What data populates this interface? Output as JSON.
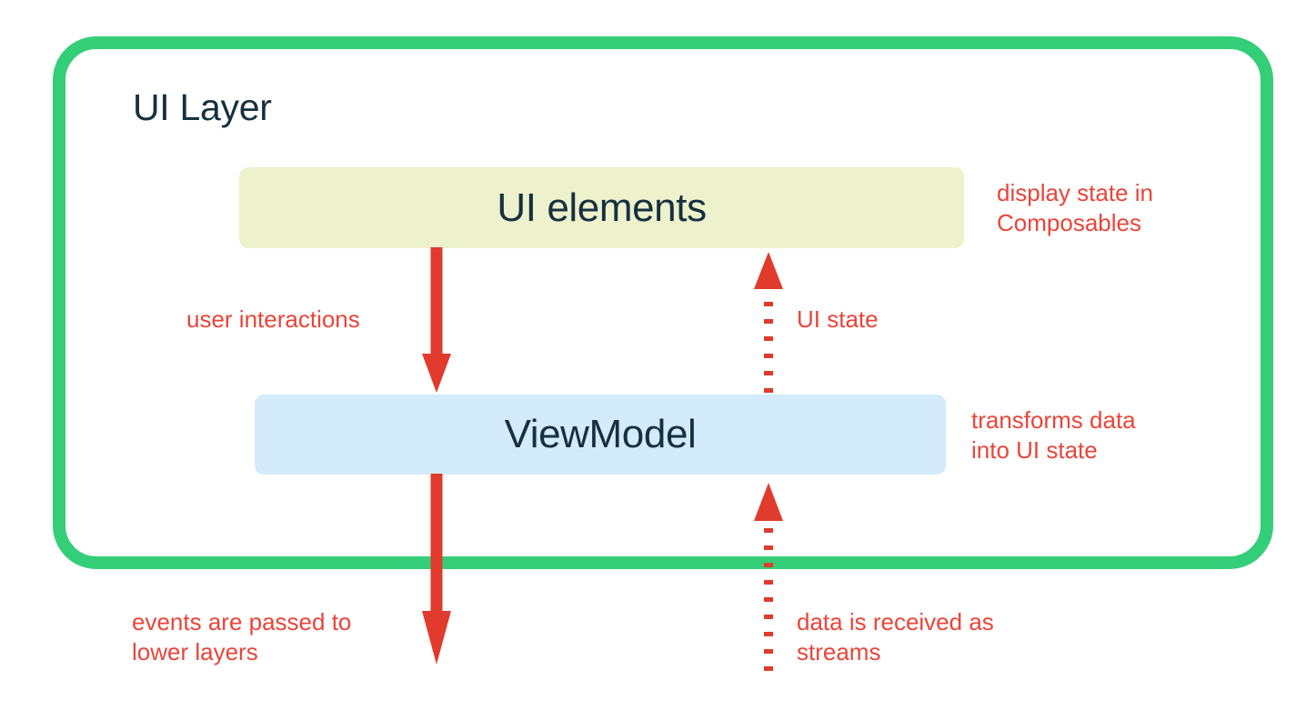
{
  "diagram": {
    "title": "UI Layer",
    "accent_green": "#34ce78",
    "accent_red": "#e8453a",
    "text_dark": "#16303f",
    "nodes": [
      {
        "id": "ui-elements",
        "label": "UI elements",
        "fill": "#edf1cc"
      },
      {
        "id": "viewmodel",
        "label": "ViewModel",
        "fill": "#d3ebfb"
      }
    ],
    "edge_labels": {
      "user_interactions": "user interactions",
      "ui_state": "UI state",
      "display_state": "display state in\nComposables",
      "transforms_data": "transforms data\ninto UI state",
      "events_passed": "events are passed to\nlower layers",
      "data_streams": "data is received as\nstreams"
    },
    "edges": [
      {
        "from": "ui-elements",
        "to": "viewmodel",
        "style": "solid",
        "direction": "down",
        "label": "user interactions"
      },
      {
        "from": "viewmodel",
        "to": "ui-elements",
        "style": "dotted",
        "direction": "up",
        "label": "UI state"
      },
      {
        "from": "viewmodel",
        "to": "lower-layers",
        "style": "solid",
        "direction": "down",
        "label": "events are passed to lower layers"
      },
      {
        "from": "lower-layers",
        "to": "viewmodel",
        "style": "dotted",
        "direction": "up",
        "label": "data is received as streams"
      }
    ]
  }
}
